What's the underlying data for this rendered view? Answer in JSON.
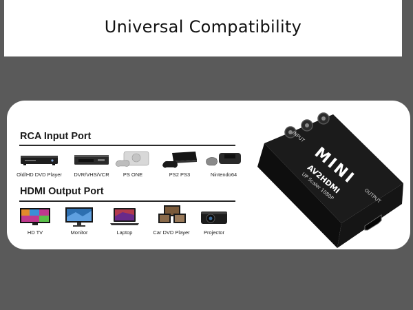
{
  "header": {
    "title": "Universal Compatibility"
  },
  "rca": {
    "title": "RCA Input Port",
    "devices": [
      {
        "label": "Old/HD DVD Player",
        "icon": "dvd-player-icon"
      },
      {
        "label": "DVR/VHS/VCR",
        "icon": "vcr-icon"
      },
      {
        "label": "PS ONE",
        "icon": "ps-one-icon"
      },
      {
        "label": "PS2 PS3",
        "icon": "ps2-ps3-icon"
      },
      {
        "label": "Nintendo64",
        "icon": "nintendo64-icon"
      }
    ]
  },
  "hdmi": {
    "title": "HDMI Output Port",
    "devices": [
      {
        "label": "HD TV",
        "icon": "hdtv-icon"
      },
      {
        "label": "Monitor",
        "icon": "monitor-icon"
      },
      {
        "label": "Laptop",
        "icon": "laptop-icon"
      },
      {
        "label": "Car DVD Player",
        "icon": "car-dvd-player-icon"
      },
      {
        "label": "Projector",
        "icon": "projector-icon"
      }
    ]
  },
  "adapter": {
    "brand": "MINI",
    "model": "AV2HDMI",
    "subtitle": "UP Scaler 1080P",
    "input_label": "INPUT",
    "output_label": "OUTPUT"
  },
  "colors": {
    "background": "#5a5a5a",
    "card": "#ffffff",
    "device": "#1c1c1c"
  }
}
